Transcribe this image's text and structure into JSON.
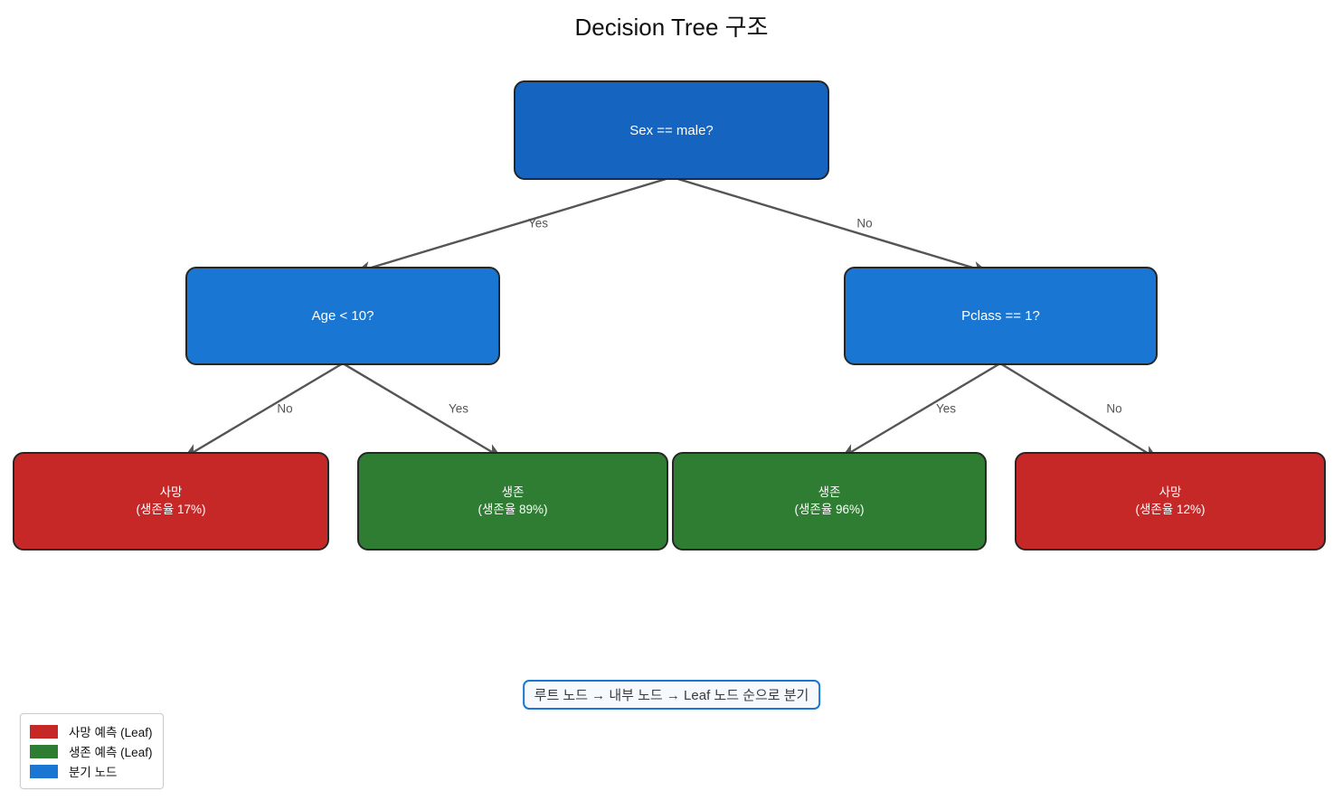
{
  "title": "Decision Tree 구조",
  "nodes": [
    {
      "id": "root",
      "role": "split-node",
      "label": "Sex == male?",
      "color": "#1565C0"
    },
    {
      "id": "age",
      "role": "split-node",
      "label": "Age < 10?",
      "color": "#1976D2"
    },
    {
      "id": "pclass",
      "role": "split-node",
      "label": "Pclass == 1?",
      "color": "#1976D2"
    },
    {
      "id": "leaf-death-17",
      "role": "leaf-node",
      "line1": "사망",
      "line2": "(생존율 17%)",
      "color": "#C62828"
    },
    {
      "id": "leaf-survive-89",
      "role": "leaf-node",
      "line1": "생존",
      "line2": "(생존율 89%)",
      "color": "#2E7D32"
    },
    {
      "id": "leaf-survive-96",
      "role": "leaf-node",
      "line1": "생존",
      "line2": "(생존율 96%)",
      "color": "#2E7D32"
    },
    {
      "id": "leaf-death-12",
      "role": "leaf-node",
      "line1": "사망",
      "line2": "(생존율 12%)",
      "color": "#C62828"
    }
  ],
  "edges": [
    {
      "from": "root",
      "to": "age",
      "label": "Yes"
    },
    {
      "from": "root",
      "to": "pclass",
      "label": "No"
    },
    {
      "from": "age",
      "to": "leaf-death-17",
      "label": "No"
    },
    {
      "from": "age",
      "to": "leaf-survive-89",
      "label": "Yes"
    },
    {
      "from": "pclass",
      "to": "leaf-survive-96",
      "label": "Yes"
    },
    {
      "from": "pclass",
      "to": "leaf-death-12",
      "label": "No"
    }
  ],
  "annotation": "루트 노드 → 내부 노드 → Leaf 노드 순으로 분기",
  "legend": {
    "items": [
      {
        "label": "사망 예측 (Leaf)",
        "color": "#C62828"
      },
      {
        "label": "생존 예측 (Leaf)",
        "color": "#2E7D32"
      },
      {
        "label": "분기 노드",
        "color": "#1976D2"
      }
    ]
  },
  "colors": {
    "root_node": "#1565C0",
    "split_node": "#1976D2",
    "death_leaf": "#C62828",
    "survive_leaf": "#2E7D32",
    "edge": "#555555",
    "annotation_border": "#1976D2",
    "node_text": "#ffffff"
  }
}
